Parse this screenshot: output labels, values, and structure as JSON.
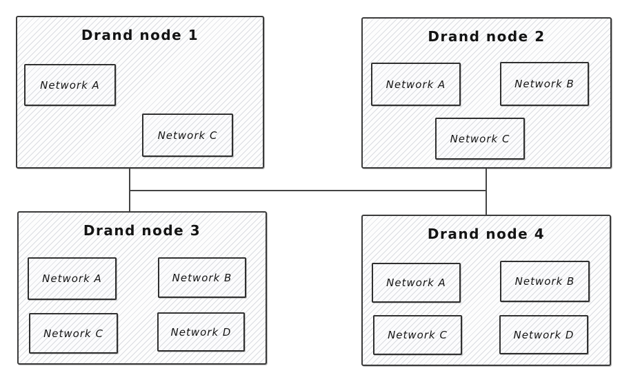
{
  "nodes": [
    {
      "title": "Drand node 1",
      "networks": [
        "Network A",
        "Network C"
      ]
    },
    {
      "title": "Drand node 2",
      "networks": [
        "Network A",
        "Network B",
        "Network C"
      ]
    },
    {
      "title": "Drand node 3",
      "networks": [
        "Network A",
        "Network B",
        "Network C",
        "Network D"
      ]
    },
    {
      "title": "Drand node 4",
      "networks": [
        "Network A",
        "Network B",
        "Network C",
        "Network D"
      ]
    }
  ],
  "connections": [
    {
      "from": "Drand node 1",
      "to": "Drand node 3",
      "shape": "vertical-line"
    },
    {
      "from": "Drand node 2",
      "to": "Drand node 4",
      "shape": "vertical-line"
    },
    {
      "from": "Drand node 1 / Drand node 3 link",
      "to": "Drand node 2 / Drand node 4 link",
      "shape": "horizontal-bus"
    }
  ],
  "colors": {
    "canvas": "#ffffff",
    "stroke": "#3a3a3a",
    "hatch": "#dadce1",
    "text": "#141414",
    "connector": "#434343"
  }
}
